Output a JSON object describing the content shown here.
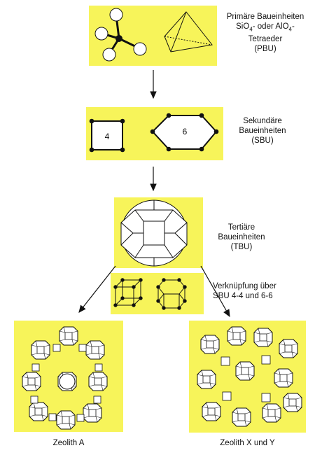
{
  "pbu": {
    "line1": "Primäre Baueinheiten",
    "line2_a": "SiO",
    "line2_sub1": "4",
    "line2_b": "- oder AlO",
    "line2_sub2": "4",
    "line2_c": "-",
    "line3": "Tetraeder",
    "line4": "(PBU)"
  },
  "sbu": {
    "line1": "Sekundäre",
    "line2": "Baueinheiten",
    "line3": "(SBU)",
    "ring4": "4",
    "ring6": "6"
  },
  "tbu": {
    "line1": "Tertiäre",
    "line2": "Baueinheiten",
    "line3": "(TBU)"
  },
  "linking": {
    "line1": "Verknüpfung über",
    "line2": "SBU 4-4 und 6-6"
  },
  "zeolith_a": {
    "label": "Zeolith A"
  },
  "zeolith_xy": {
    "label": "Zeolith X und Y"
  },
  "colors": {
    "panel": "#f7f45a",
    "line": "#111111"
  }
}
